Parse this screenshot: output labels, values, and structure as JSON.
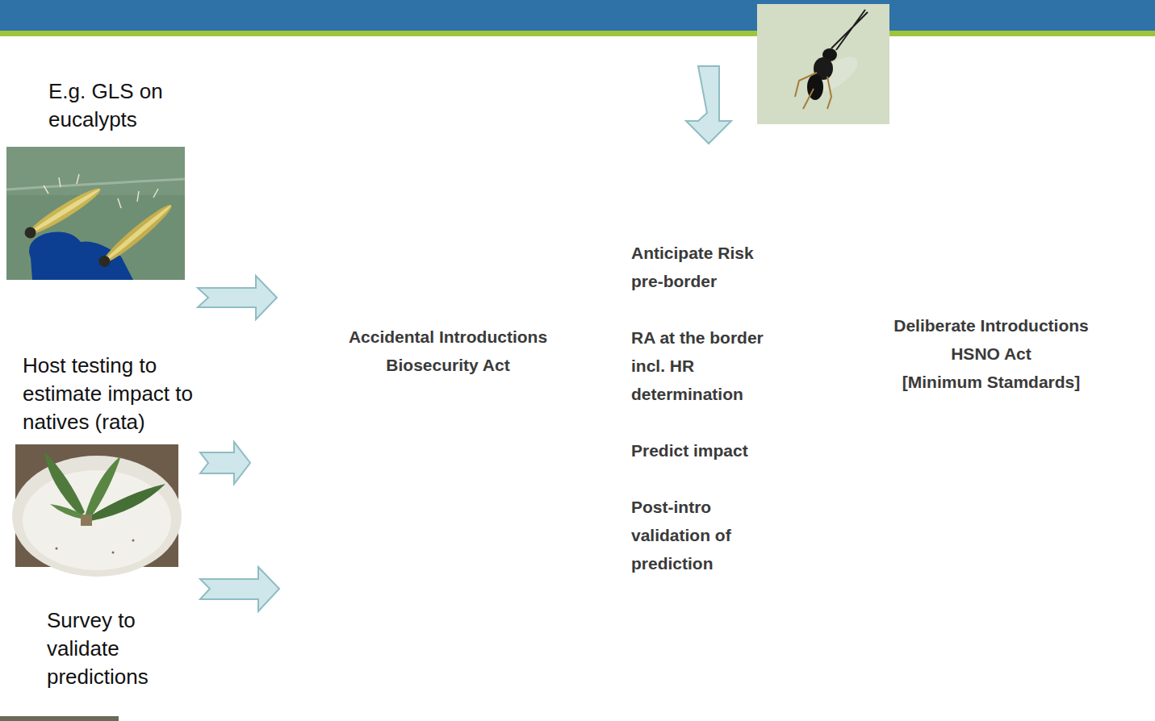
{
  "diagram": {
    "nodes": [
      {
        "text": [
          "Accidental Introductions",
          "Biosecurity Act"
        ]
      },
      {
        "text": [
          "Anticipate Risk pre-border",
          "RA at the border incl. HR determination",
          "Predict impact",
          "Post-intro validation of prediction"
        ]
      },
      {
        "text": [
          "Deliberate Introductions",
          "HSNO Act",
          "[Minimum Stamdards]"
        ]
      }
    ],
    "labels": [
      "E.g. GLS on eucalypts",
      "Host testing to estimate impact to natives (rata)",
      "Survey to validate predictions"
    ]
  }
}
